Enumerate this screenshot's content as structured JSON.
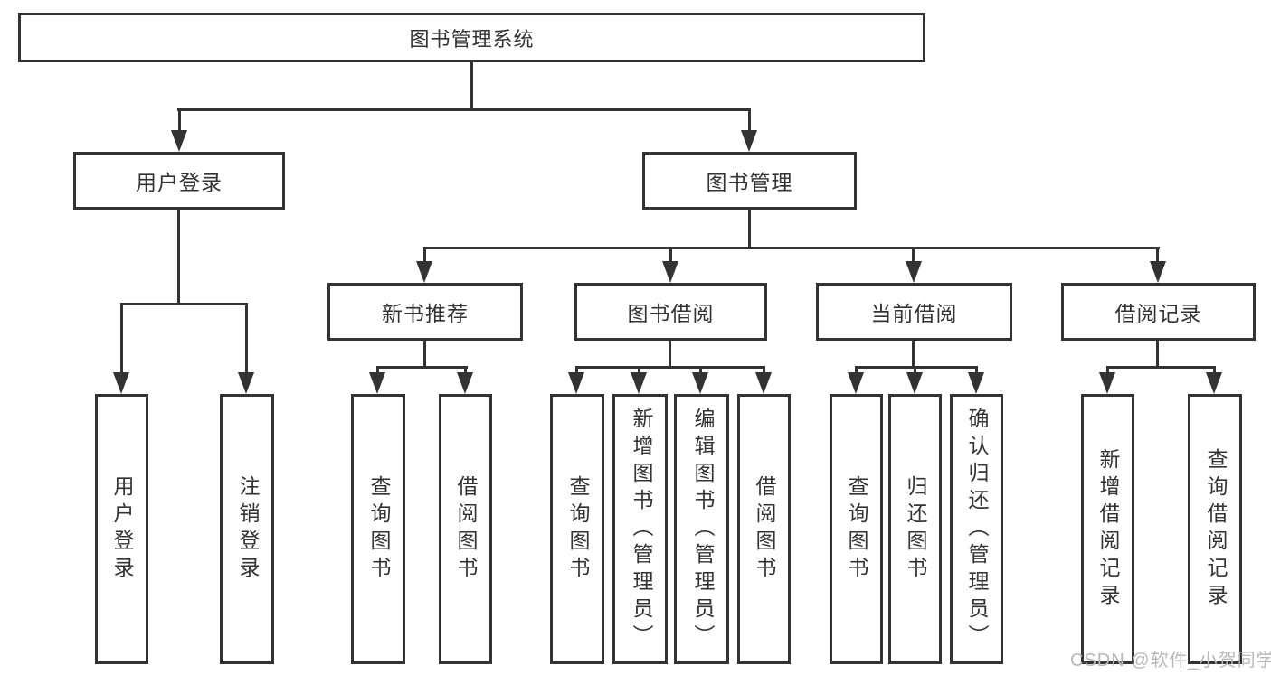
{
  "diagram": {
    "root": {
      "label": "图书管理系统"
    },
    "branches": [
      {
        "label": "用户登录",
        "children": [
          {
            "label": "用户登录"
          },
          {
            "label": "注销登录"
          }
        ]
      },
      {
        "label": "图书管理",
        "children": [
          {
            "label": "新书推荐",
            "children": [
              {
                "label": "查询图书"
              },
              {
                "label": "借阅图书"
              }
            ]
          },
          {
            "label": "图书借阅",
            "children": [
              {
                "label": "查询图书"
              },
              {
                "label": "新增图书（管理员）"
              },
              {
                "label": "编辑图书（管理员）"
              },
              {
                "label": "借阅图书"
              }
            ]
          },
          {
            "label": "当前借阅",
            "children": [
              {
                "label": "查询图书"
              },
              {
                "label": "归还图书"
              },
              {
                "label": "确认归还（管理员）"
              }
            ]
          },
          {
            "label": "借阅记录",
            "children": [
              {
                "label": "新增借阅记录"
              },
              {
                "label": "查询借阅记录"
              }
            ]
          }
        ]
      }
    ]
  },
  "watermark": {
    "text": "CSDN @软件_小贺同学"
  },
  "colors": {
    "line": "#333333",
    "text": "#333333",
    "watermark": "#b8b8b8",
    "background": "#ffffff"
  }
}
